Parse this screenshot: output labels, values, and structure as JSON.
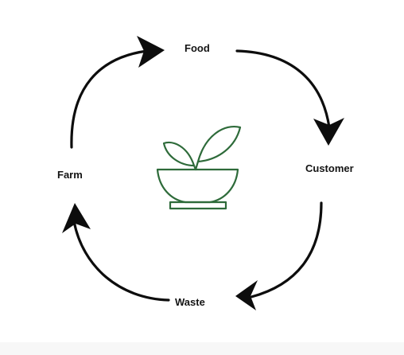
{
  "diagram": {
    "type": "cycle",
    "nodes": [
      {
        "id": "food",
        "label": "Food"
      },
      {
        "id": "customer",
        "label": "Customer"
      },
      {
        "id": "waste",
        "label": "Waste"
      },
      {
        "id": "farm",
        "label": "Farm"
      }
    ],
    "edges": [
      {
        "from": "food",
        "to": "customer"
      },
      {
        "from": "customer",
        "to": "waste"
      },
      {
        "from": "waste",
        "to": "farm"
      },
      {
        "from": "farm",
        "to": "food"
      }
    ],
    "center_icon": "plant-pot-icon",
    "colors": {
      "arrow": "#0d0d0d",
      "icon": "#2e6b3a",
      "text": "#141414"
    }
  }
}
